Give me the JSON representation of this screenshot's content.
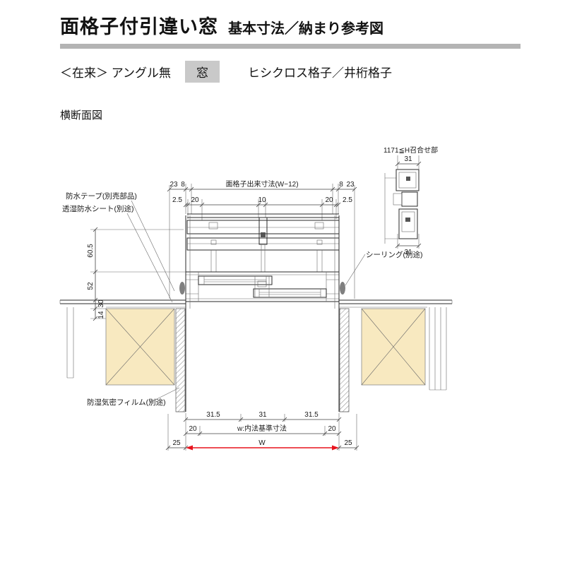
{
  "header": {
    "title_main": "面格子付引違い窓",
    "title_sub": "基本寸法／納まり参考図"
  },
  "subheader": {
    "prefix": "＜在来＞ アングル無",
    "highlight": "窓",
    "suffix": "ヒシクロス格子／井桁格子"
  },
  "section_label": "横断面図",
  "drawing": {
    "annotations": {
      "waterproof_tape": "防水テープ(別売部品)",
      "breathable_sheet": "透湿防水シート(別途)",
      "sealing": "シーリング(別途)",
      "moisture_film": "防湿気密フィルム(別途)",
      "detail_title": "1171≦H召合せ部"
    },
    "dims": {
      "lattice_width": "面格子出来寸法(W−12)",
      "t23_left": "23",
      "t8_left": "8",
      "t8_right": "8",
      "t23_right": "23",
      "sub25_left": "2.5",
      "sub20_left": "20",
      "sub10_center": "10",
      "sub20_right": "20",
      "sub25_right": "2.5",
      "detail31_top": "31",
      "detail31_bottom": "31",
      "left_60_5": "60.5",
      "left_52": "52",
      "left_30": "30",
      "left_14": "14",
      "b315_left": "31.5",
      "b31_center": "31",
      "b315_right": "31.5",
      "b20_left": "20",
      "b_inner_width": "w:内法基準寸法",
      "b20_right": "20",
      "b25_left": "25",
      "bW": "W",
      "b25_right": "25"
    },
    "colors": {
      "wood_fill": "#f8e9c0",
      "dim_red": "#e8131d"
    }
  }
}
